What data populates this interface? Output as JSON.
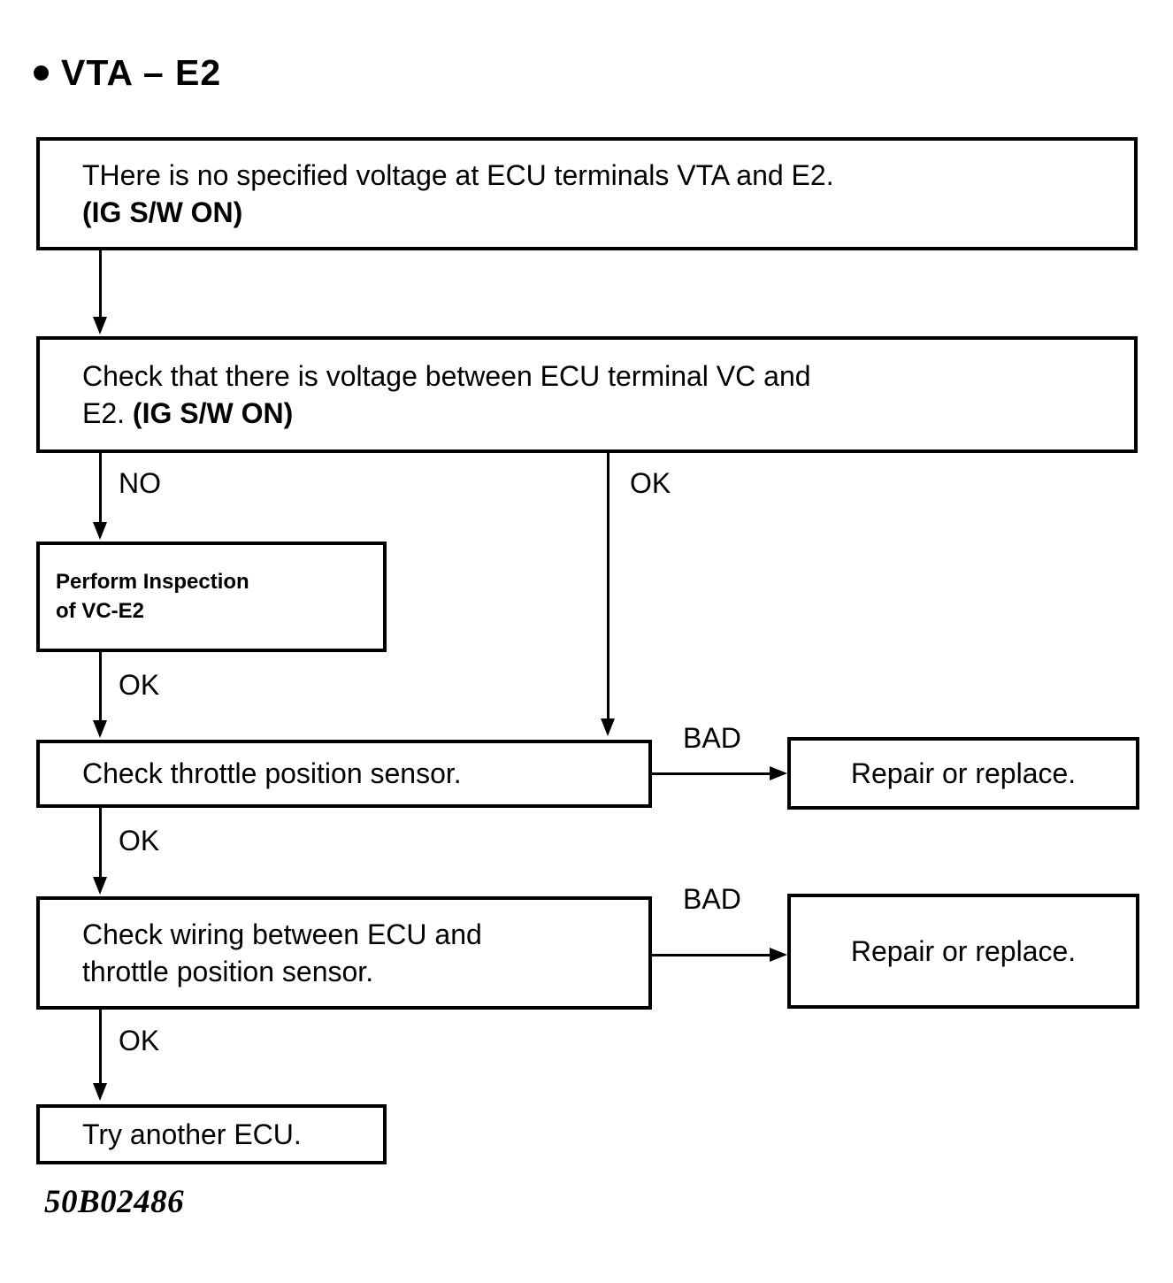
{
  "page": {
    "title_bullet": "●",
    "title": "VTA – E2",
    "caption": "50B02486",
    "ink_color": "#000000",
    "background_color": "#ffffff"
  },
  "chart_data": {
    "type": "diagram",
    "subtype": "troubleshooting-flowchart",
    "title": "VTA – E2",
    "caption": "50B02486",
    "nodes": [
      {
        "id": "symptom",
        "kind": "symptom",
        "lines": [
          {
            "text": "THere is no specified voltage at ECU terminals VTA and E2.",
            "bold": false
          },
          {
            "text": "(IG S/W ON)",
            "bold": true
          }
        ]
      },
      {
        "id": "check-vc",
        "kind": "check",
        "lines": [
          {
            "text": "Check that there is voltage between ECU terminal VC and",
            "bold": false
          },
          {
            "text_plain": "E2. ",
            "text_bold": "(IG S/W ON)",
            "bold": false
          }
        ]
      },
      {
        "id": "perform-inspection",
        "kind": "action",
        "lines": [
          {
            "text": "Perform Inspection",
            "bold": true
          },
          {
            "text": "of VC-E2",
            "bold": true
          }
        ]
      },
      {
        "id": "check-tps",
        "kind": "check",
        "lines": [
          {
            "text": "Check throttle position sensor.",
            "bold": false
          }
        ]
      },
      {
        "id": "repair-1",
        "kind": "terminal",
        "lines": [
          {
            "text": "Repair or replace.",
            "bold": false
          }
        ]
      },
      {
        "id": "check-wiring",
        "kind": "check",
        "lines": [
          {
            "text": "Check wiring between ECU and",
            "bold": false
          },
          {
            "text": "throttle position sensor.",
            "bold": false
          }
        ]
      },
      {
        "id": "repair-2",
        "kind": "terminal",
        "lines": [
          {
            "text": "Repair or replace.",
            "bold": false
          }
        ]
      },
      {
        "id": "try-ecu",
        "kind": "terminal",
        "lines": [
          {
            "text": "Try another ECU.",
            "bold": false
          }
        ]
      }
    ],
    "edges": [
      {
        "from": "symptom",
        "to": "check-tps",
        "label": "",
        "direction": "down"
      },
      {
        "from": "symptom",
        "to": "check-vc",
        "label": "",
        "direction": "down"
      },
      {
        "from": "check-vc",
        "to": "perform-inspection",
        "label": "NO",
        "direction": "down"
      },
      {
        "from": "check-vc",
        "to": "check-tps",
        "label": "OK",
        "direction": "down"
      },
      {
        "from": "perform-inspection",
        "to": "check-tps",
        "label": "OK",
        "direction": "down"
      },
      {
        "from": "check-tps",
        "to": "repair-1",
        "label": "BAD",
        "direction": "right"
      },
      {
        "from": "check-tps",
        "to": "check-wiring",
        "label": "OK",
        "direction": "down"
      },
      {
        "from": "check-wiring",
        "to": "repair-2",
        "label": "BAD",
        "direction": "right"
      },
      {
        "from": "check-wiring",
        "to": "try-ecu",
        "label": "OK",
        "direction": "down"
      }
    ]
  },
  "boxes": {
    "symptom": {
      "line1": "THere is no specified voltage at ECU terminals VTA and E2.",
      "line2": "(IG S/W ON)"
    },
    "check_vc": {
      "line1": "Check that there is voltage between ECU terminal VC and",
      "line2_plain": "E2. ",
      "line2_bold": "(IG S/W ON)"
    },
    "perform_inspection": {
      "line1": "Perform Inspection",
      "line2": "of VC-E2"
    },
    "check_tps": {
      "line1": "Check throttle position sensor."
    },
    "repair_1": {
      "line1": "Repair or replace."
    },
    "check_wiring": {
      "line1": "Check wiring between ECU and",
      "line2": "throttle position sensor."
    },
    "repair_2": {
      "line1": "Repair or replace."
    },
    "try_ecu": {
      "line1": "Try another ECU."
    }
  },
  "edge_labels": {
    "no_to_inspection": "NO",
    "ok_to_tps_right": "OK",
    "ok_inspection_to_tps": "OK",
    "bad_tps": "BAD",
    "ok_tps_to_wiring": "OK",
    "bad_wiring": "BAD",
    "ok_wiring_to_ecu": "OK"
  }
}
